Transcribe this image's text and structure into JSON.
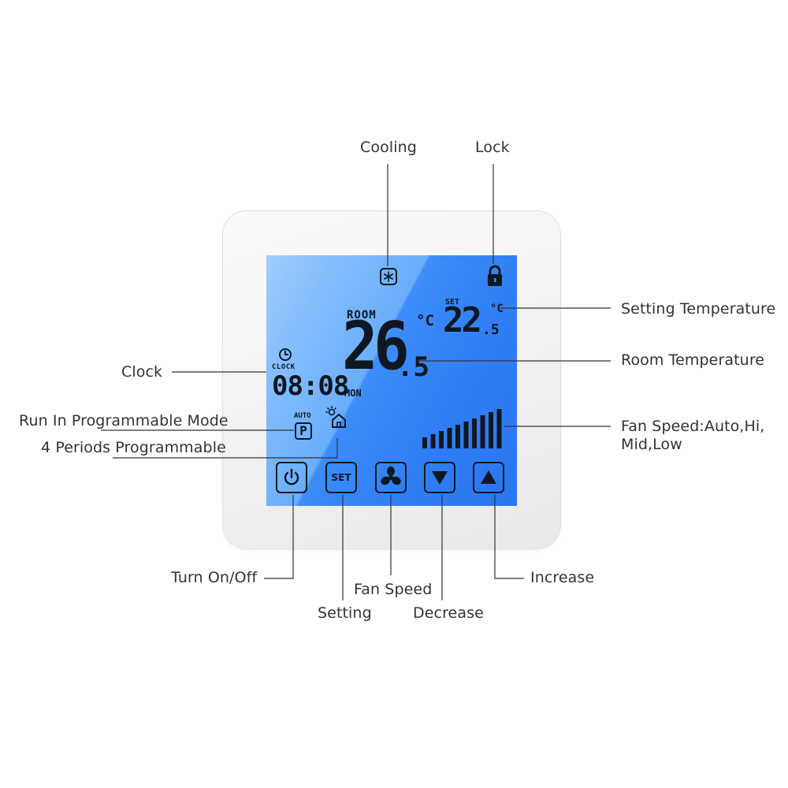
{
  "callouts": {
    "cooling": "Cooling",
    "lock": "Lock",
    "setting_temperature": "Setting Temperature",
    "room_temperature": "Room Temperature",
    "clock": "Clock",
    "fan_speed_mode_line1": "Fan Speed:Auto,Hi,",
    "fan_speed_mode_line2": "Mid,Low",
    "run_in_programmable_mode": "Run In Programmable Mode",
    "four_periods_programmable": "4 Periods Programmable",
    "turn_on_off": "Turn On/Off",
    "setting": "Setting",
    "fan_speed": "Fan Speed",
    "decrease": "Decrease",
    "increase": "Increase"
  },
  "display": {
    "room_label": "ROOM",
    "room_temp_integer": "26",
    "room_temp_decimal": ".5",
    "room_unit": "°C",
    "set_label": "SET",
    "set_temp_integer": "22",
    "set_temp_decimal": ".5",
    "set_unit": "°C",
    "clock_label": "CLOCK",
    "clock_time": "08:08",
    "day": "MON",
    "auto_label": "AUTO",
    "program_letter": "P",
    "fan_level": 1.0,
    "fan_bar_count": 10
  },
  "buttons": {
    "set_label": "SET"
  },
  "icons": {
    "cooling": "snowflake-icon",
    "lock": "padlock-icon",
    "clock": "clock-icon",
    "period": "sun-house-icon",
    "power": "power-icon",
    "fan": "fan-icon",
    "decrease": "triangle-down-icon",
    "increase": "triangle-up-icon"
  },
  "colors": {
    "screen_light": "#9fcdfd",
    "screen_dark": "#2a74ef",
    "segment": "#0f1722",
    "frame": "#f2f2f2",
    "text": "#333333",
    "leader": "#333333"
  }
}
